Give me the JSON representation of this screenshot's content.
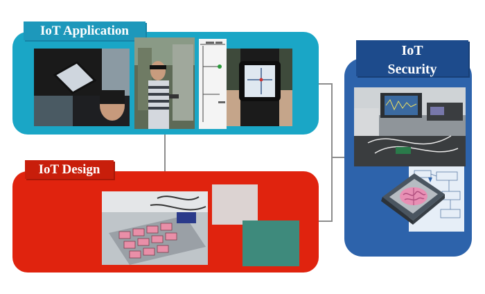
{
  "application": {
    "title": "IoT Application"
  },
  "design": {
    "title": "IoT Design"
  },
  "security": {
    "title_line1": "IoT",
    "title_line2": "Security"
  },
  "colors": {
    "application": "#1aa6c6",
    "design": "#e0230e",
    "security": "#2d63ab",
    "connector": "#8c8c8c"
  }
}
